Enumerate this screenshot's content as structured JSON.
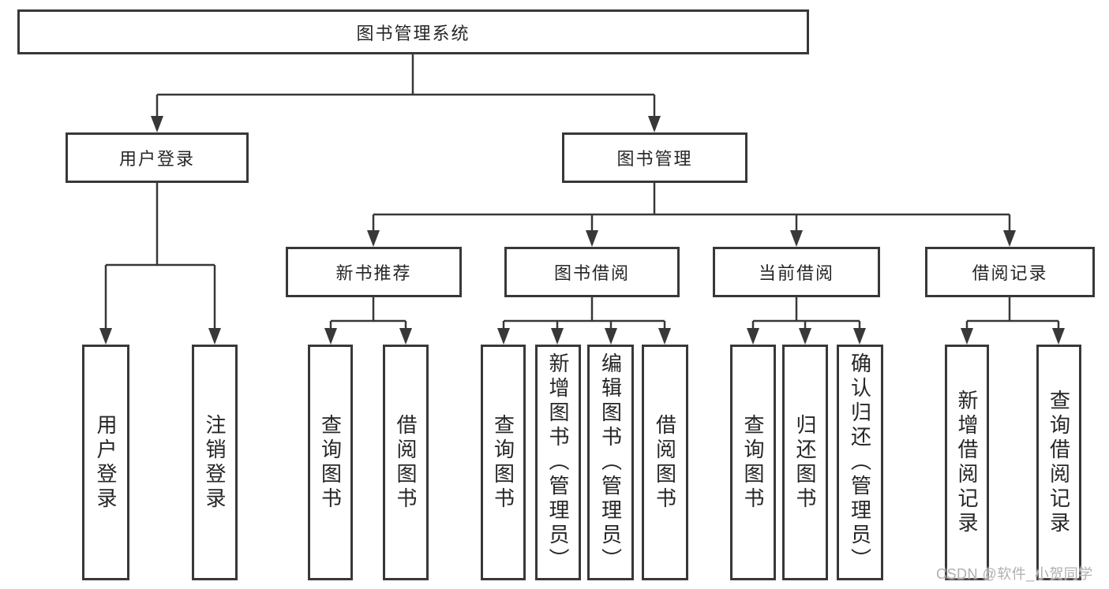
{
  "diagram_type": "hierarchy-tree",
  "tree": {
    "label": "图书管理系统",
    "children": [
      {
        "label": "用户登录",
        "children": [
          {
            "label": "用户登录"
          },
          {
            "label": "注销登录"
          }
        ]
      },
      {
        "label": "图书管理",
        "children": [
          {
            "label": "新书推荐",
            "children": [
              {
                "label": "查询图书"
              },
              {
                "label": "借阅图书"
              }
            ]
          },
          {
            "label": "图书借阅",
            "children": [
              {
                "label": "查询图书"
              },
              {
                "label": "新增图书（管理员）"
              },
              {
                "label": "编辑图书（管理员）"
              },
              {
                "label": "借阅图书"
              }
            ]
          },
          {
            "label": "当前借阅",
            "children": [
              {
                "label": "查询图书"
              },
              {
                "label": "归还图书"
              },
              {
                "label": "确认归还（管理员）"
              }
            ]
          },
          {
            "label": "借阅记录",
            "children": [
              {
                "label": "新增借阅记录"
              },
              {
                "label": "查询借阅记录"
              }
            ]
          }
        ]
      }
    ]
  },
  "watermark": {
    "text": "CSDN @软件_小贺同学"
  },
  "colors": {
    "background": "#ffffff",
    "box_border": "#383838",
    "connector_line": "#383838",
    "arrowhead": "#383838",
    "text": "#262626",
    "watermark_text": "#b0b0b0"
  }
}
